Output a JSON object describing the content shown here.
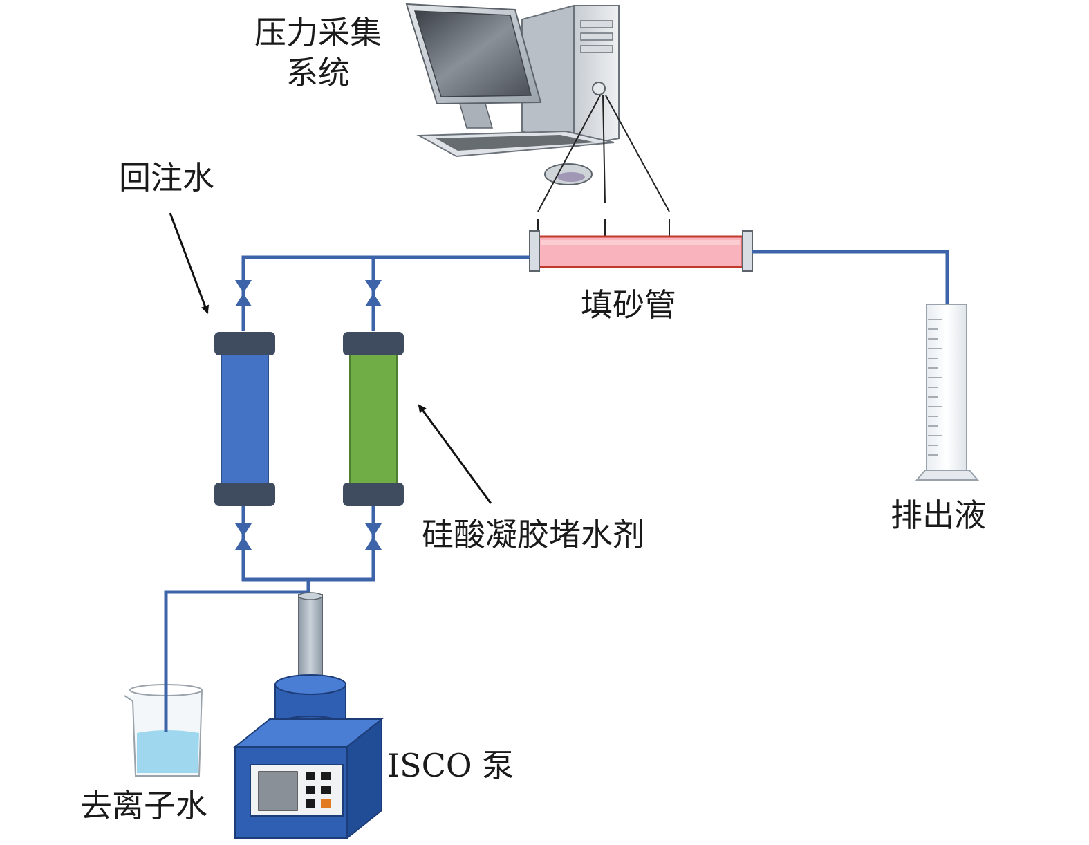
{
  "labels": {
    "daq_line1": "压力采集",
    "daq_line2": "系统",
    "reinjection_water": "回注水",
    "sand_pack_tube": "填砂管",
    "silicate_gel_agent": "硅酸凝胶堵水剂",
    "effluent": "排出液",
    "deionized_water": "去离子水",
    "isco_pump": "ISCO 泵"
  },
  "colors": {
    "pipe": "#3d63a8",
    "water_cylinder": "#4472c4",
    "gel_cylinder": "#70ad47",
    "cylinder_cap": "#3f4b5e",
    "sand_pack_fill": "#f9b3bd",
    "sand_pack_border": "#c0392b",
    "pump_body": "#2e5fb3",
    "deionized_water": "#9fd8ee"
  }
}
